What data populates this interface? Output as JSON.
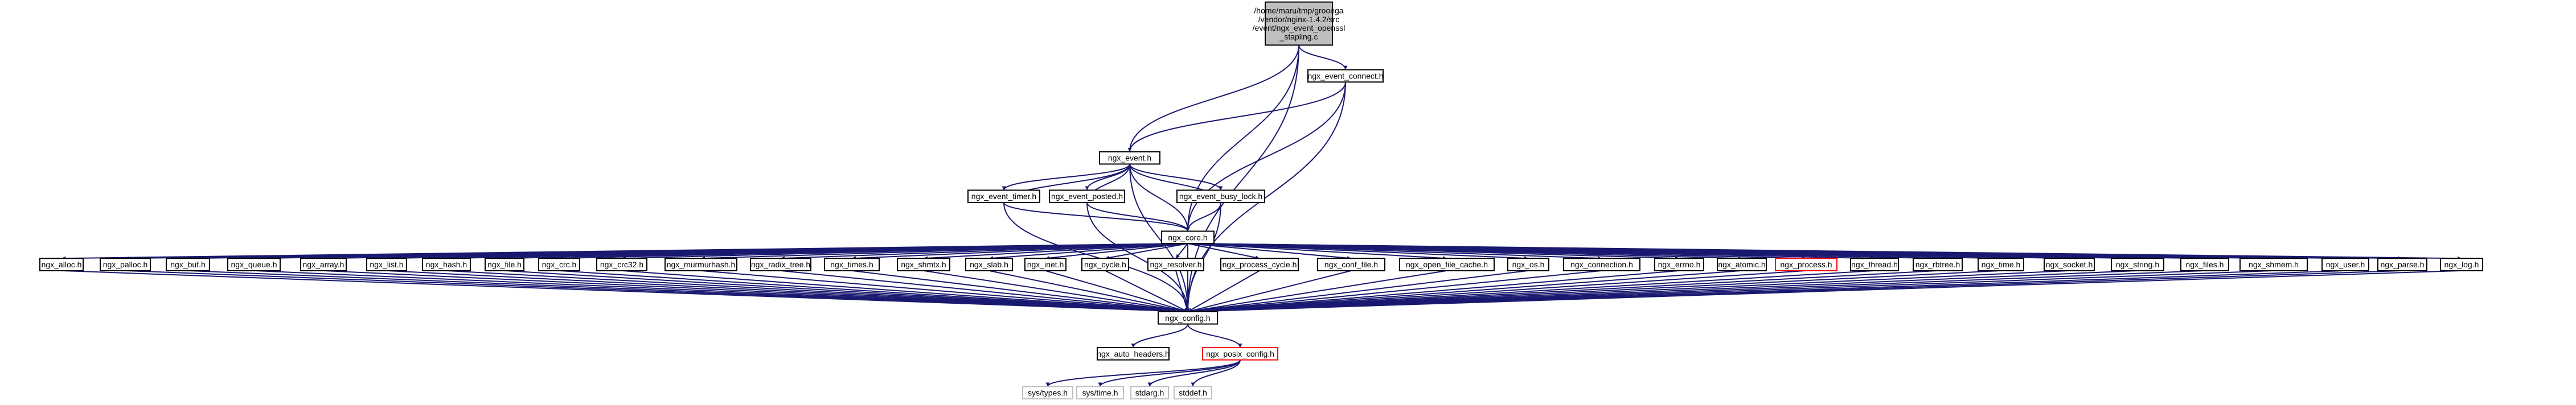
{
  "colors": {
    "edge": "#191970",
    "box_border": "#000000",
    "box_fill": "#ffffff",
    "root_fill": "#bfbfbf",
    "external_border": "#bfbfbf",
    "external_text": "#666666",
    "highlight_border": "#ff0000",
    "highlight_text": "#ff0000"
  },
  "nodes": [
    {
      "id": "root",
      "lines": [
        "/home/maru/tmp/groonga",
        "/vendor/nginx-1.4.2/src",
        "/event/ngx_event_openssl",
        "_stapling.c"
      ],
      "kind": "root"
    },
    {
      "id": "ngx_event_connect",
      "lines": [
        "ngx_event_connect.h"
      ],
      "kind": "normal"
    },
    {
      "id": "ngx_event",
      "lines": [
        "ngx_event.h"
      ],
      "kind": "normal"
    },
    {
      "id": "ngx_event_timer",
      "lines": [
        "ngx_event_timer.h"
      ],
      "kind": "normal"
    },
    {
      "id": "ngx_event_posted",
      "lines": [
        "ngx_event_posted.h"
      ],
      "kind": "normal"
    },
    {
      "id": "ngx_event_busy_lock",
      "lines": [
        "ngx_event_busy_lock.h"
      ],
      "kind": "normal"
    },
    {
      "id": "ngx_core",
      "lines": [
        "ngx_core.h"
      ],
      "kind": "normal"
    },
    {
      "id": "ngx_alloc",
      "lines": [
        "ngx_alloc.h"
      ],
      "kind": "normal"
    },
    {
      "id": "ngx_palloc",
      "lines": [
        "ngx_palloc.h"
      ],
      "kind": "normal"
    },
    {
      "id": "ngx_buf",
      "lines": [
        "ngx_buf.h"
      ],
      "kind": "normal"
    },
    {
      "id": "ngx_queue",
      "lines": [
        "ngx_queue.h"
      ],
      "kind": "normal"
    },
    {
      "id": "ngx_array",
      "lines": [
        "ngx_array.h"
      ],
      "kind": "normal"
    },
    {
      "id": "ngx_list",
      "lines": [
        "ngx_list.h"
      ],
      "kind": "normal"
    },
    {
      "id": "ngx_hash",
      "lines": [
        "ngx_hash.h"
      ],
      "kind": "normal"
    },
    {
      "id": "ngx_file",
      "lines": [
        "ngx_file.h"
      ],
      "kind": "normal"
    },
    {
      "id": "ngx_crc",
      "lines": [
        "ngx_crc.h"
      ],
      "kind": "normal"
    },
    {
      "id": "ngx_crc32",
      "lines": [
        "ngx_crc32.h"
      ],
      "kind": "normal"
    },
    {
      "id": "ngx_murmurhash",
      "lines": [
        "ngx_murmurhash.h"
      ],
      "kind": "normal"
    },
    {
      "id": "ngx_radix_tree",
      "lines": [
        "ngx_radix_tree.h"
      ],
      "kind": "normal"
    },
    {
      "id": "ngx_times",
      "lines": [
        "ngx_times.h"
      ],
      "kind": "normal"
    },
    {
      "id": "ngx_shmtx",
      "lines": [
        "ngx_shmtx.h"
      ],
      "kind": "normal"
    },
    {
      "id": "ngx_slab",
      "lines": [
        "ngx_slab.h"
      ],
      "kind": "normal"
    },
    {
      "id": "ngx_inet",
      "lines": [
        "ngx_inet.h"
      ],
      "kind": "normal"
    },
    {
      "id": "ngx_cycle",
      "lines": [
        "ngx_cycle.h"
      ],
      "kind": "normal"
    },
    {
      "id": "ngx_resolver",
      "lines": [
        "ngx_resolver.h"
      ],
      "kind": "normal"
    },
    {
      "id": "ngx_process_cycle",
      "lines": [
        "ngx_process_cycle.h"
      ],
      "kind": "normal"
    },
    {
      "id": "ngx_conf_file",
      "lines": [
        "ngx_conf_file.h"
      ],
      "kind": "normal"
    },
    {
      "id": "ngx_open_file_cache",
      "lines": [
        "ngx_open_file_cache.h"
      ],
      "kind": "normal"
    },
    {
      "id": "ngx_os",
      "lines": [
        "ngx_os.h"
      ],
      "kind": "normal"
    },
    {
      "id": "ngx_connection",
      "lines": [
        "ngx_connection.h"
      ],
      "kind": "normal"
    },
    {
      "id": "ngx_errno",
      "lines": [
        "ngx_errno.h"
      ],
      "kind": "normal"
    },
    {
      "id": "ngx_atomic",
      "lines": [
        "ngx_atomic.h"
      ],
      "kind": "normal"
    },
    {
      "id": "ngx_process",
      "lines": [
        "ngx_process.h"
      ],
      "kind": "highlight"
    },
    {
      "id": "ngx_thread",
      "lines": [
        "ngx_thread.h"
      ],
      "kind": "normal"
    },
    {
      "id": "ngx_rbtree",
      "lines": [
        "ngx_rbtree.h"
      ],
      "kind": "normal"
    },
    {
      "id": "ngx_time",
      "lines": [
        "ngx_time.h"
      ],
      "kind": "normal"
    },
    {
      "id": "ngx_socket",
      "lines": [
        "ngx_socket.h"
      ],
      "kind": "normal"
    },
    {
      "id": "ngx_string",
      "lines": [
        "ngx_string.h"
      ],
      "kind": "normal"
    },
    {
      "id": "ngx_files",
      "lines": [
        "ngx_files.h"
      ],
      "kind": "normal"
    },
    {
      "id": "ngx_shmem",
      "lines": [
        "ngx_shmem.h"
      ],
      "kind": "normal"
    },
    {
      "id": "ngx_user",
      "lines": [
        "ngx_user.h"
      ],
      "kind": "normal"
    },
    {
      "id": "ngx_parse",
      "lines": [
        "ngx_parse.h"
      ],
      "kind": "normal"
    },
    {
      "id": "ngx_log",
      "lines": [
        "ngx_log.h"
      ],
      "kind": "normal"
    },
    {
      "id": "ngx_config",
      "lines": [
        "ngx_config.h"
      ],
      "kind": "normal"
    },
    {
      "id": "ngx_auto_headers",
      "lines": [
        "ngx_auto_headers.h"
      ],
      "kind": "normal"
    },
    {
      "id": "ngx_posix_config",
      "lines": [
        "ngx_posix_config.h"
      ],
      "kind": "highlight"
    },
    {
      "id": "sys_types",
      "lines": [
        "sys/types.h"
      ],
      "kind": "external"
    },
    {
      "id": "sys_time",
      "lines": [
        "sys/time.h"
      ],
      "kind": "external"
    },
    {
      "id": "stdarg",
      "lines": [
        "stdarg.h"
      ],
      "kind": "external"
    },
    {
      "id": "stddef",
      "lines": [
        "stddef.h"
      ],
      "kind": "external"
    }
  ],
  "edges": [
    [
      "root",
      "ngx_event_connect"
    ],
    [
      "root",
      "ngx_event"
    ],
    [
      "root",
      "ngx_core"
    ],
    [
      "root",
      "ngx_config"
    ],
    [
      "ngx_event_connect",
      "ngx_event"
    ],
    [
      "ngx_event_connect",
      "ngx_core"
    ],
    [
      "ngx_event_connect",
      "ngx_config"
    ],
    [
      "ngx_event",
      "ngx_event_timer"
    ],
    [
      "ngx_event",
      "ngx_event_posted"
    ],
    [
      "ngx_event",
      "ngx_event_busy_lock"
    ],
    [
      "ngx_event",
      "ngx_core"
    ],
    [
      "ngx_event",
      "ngx_config"
    ],
    [
      "ngx_event_timer",
      "ngx_event"
    ],
    [
      "ngx_event_timer",
      "ngx_core"
    ],
    [
      "ngx_event_timer",
      "ngx_config"
    ],
    [
      "ngx_event_posted",
      "ngx_event"
    ],
    [
      "ngx_event_posted",
      "ngx_core"
    ],
    [
      "ngx_event_posted",
      "ngx_config"
    ],
    [
      "ngx_event_busy_lock",
      "ngx_event"
    ],
    [
      "ngx_event_busy_lock",
      "ngx_core"
    ],
    [
      "ngx_event_busy_lock",
      "ngx_config"
    ],
    [
      "ngx_core",
      "ngx_config"
    ],
    [
      "ngx_config",
      "ngx_auto_headers"
    ],
    [
      "ngx_config",
      "ngx_posix_config"
    ],
    [
      "ngx_posix_config",
      "sys_types"
    ],
    [
      "ngx_posix_config",
      "sys_time"
    ],
    [
      "ngx_posix_config",
      "stdarg"
    ],
    [
      "ngx_posix_config",
      "stddef"
    ]
  ],
  "core_children": [
    "ngx_alloc",
    "ngx_palloc",
    "ngx_buf",
    "ngx_queue",
    "ngx_array",
    "ngx_list",
    "ngx_hash",
    "ngx_file",
    "ngx_crc",
    "ngx_crc32",
    "ngx_murmurhash",
    "ngx_radix_tree",
    "ngx_times",
    "ngx_shmtx",
    "ngx_slab",
    "ngx_inet",
    "ngx_cycle",
    "ngx_resolver",
    "ngx_process_cycle",
    "ngx_conf_file",
    "ngx_open_file_cache",
    "ngx_os",
    "ngx_connection",
    "ngx_errno",
    "ngx_atomic",
    "ngx_process",
    "ngx_thread",
    "ngx_rbtree",
    "ngx_time",
    "ngx_socket",
    "ngx_string",
    "ngx_files",
    "ngx_shmem",
    "ngx_user",
    "ngx_parse",
    "ngx_log"
  ]
}
